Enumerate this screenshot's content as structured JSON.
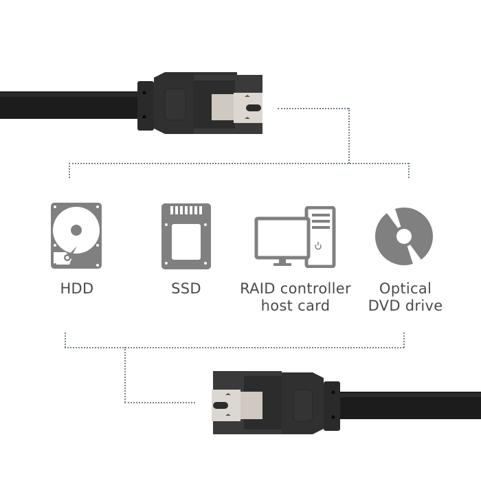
{
  "colors": {
    "icon_gray": "#808080",
    "label_gray": "#4a4a4a",
    "dotted_line": "#6f7f8c",
    "cable_black": "#1c1c1c",
    "connector_body": "#2e2e2e",
    "latch_metal": "#c9c4bd"
  },
  "top_connector": {
    "icon": "sata-connector-latching"
  },
  "bottom_connector": {
    "icon": "sata-connector-latching"
  },
  "devices": [
    {
      "icon": "hdd-icon",
      "label": "HDD"
    },
    {
      "icon": "ssd-icon",
      "label": "SSD"
    },
    {
      "icon": "desktop-computer-icon",
      "label_line1": "RAID controller",
      "label_line2": "host card"
    },
    {
      "icon": "optical-disc-icon",
      "label_line1": "Optical",
      "label_line2": "DVD drive"
    }
  ]
}
